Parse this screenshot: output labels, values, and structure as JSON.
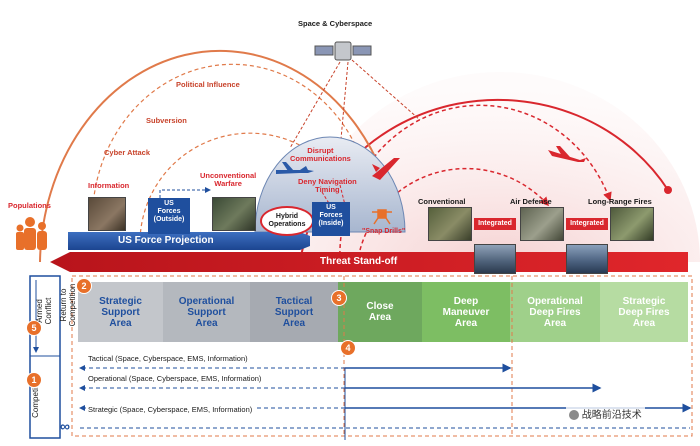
{
  "top": {
    "space_label": "Space & Cyberspace",
    "political": "Political Influence",
    "subversion": "Subversion",
    "cyber": "Cyber Attack",
    "information": "Information",
    "unconventional": "Unconventional\nWarfare",
    "disrupt": "Disrupt\nCommunications",
    "deny": "Deny Navigation\nTiming",
    "populations": "Populations",
    "us_outside": "US\nForces\n(Outside)",
    "hybrid": "Hybrid\nOperations",
    "us_inside": "US\nForces\n(Inside)",
    "force_projection": "US Force Projection",
    "snap": "\"Snap Drills\"",
    "conventional": "Conventional",
    "integrated_1": "Integrated",
    "air_defense": "Air Defense",
    "integrated_2": "Integrated",
    "long_range": "Long-Range Fires",
    "threat": "Threat Stand-off"
  },
  "left_bar": {
    "armed": "Armed\nConflict",
    "return": "Return to\nCompetition",
    "competition": "Competition",
    "badge_5": "5",
    "badge_1": "1",
    "infinity": "∞"
  },
  "zones": {
    "badge_2": "2",
    "badge_3": "3",
    "badge_4": "4",
    "strategic_support": "Strategic\nSupport\nArea",
    "operational_support": "Operational\nSupport\nArea",
    "tactical_support": "Tactical\nSupport\nArea",
    "close": "Close\nArea",
    "deep_maneuver": "Deep\nManeuver\nArea",
    "operational_deep": "Operational\nDeep Fires\nArea",
    "strategic_deep": "Strategic\nDeep Fires\nArea"
  },
  "continuum": {
    "tactical": "Tactical (Space, Cyberspace, EMS, Information)",
    "operational": "Operational (Space, Cyberspace, EMS, Information)",
    "strategic": "Strategic (Space, Cyberspace, EMS, Information)"
  },
  "watermark": "战略前沿技术",
  "colors": {
    "orange": "#e8702a",
    "red": "#d9272e",
    "blue": "#1f4f9e",
    "gray_zone": "#b8bcc3",
    "green_zone": "#7fbf6a"
  }
}
